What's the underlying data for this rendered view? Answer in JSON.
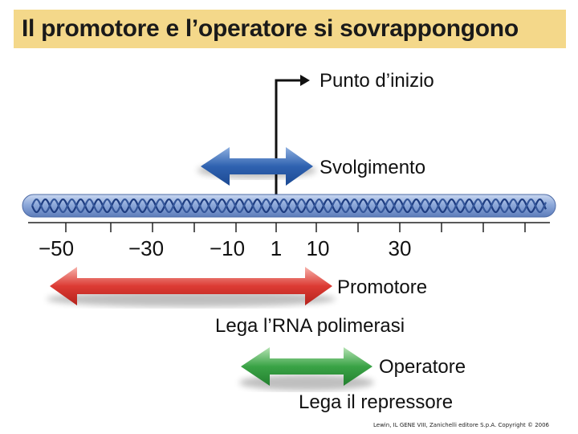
{
  "title": "Il promotore e l’operatore si sovrappongono",
  "labels": {
    "start_point": "Punto d’inizio",
    "unwinding": "Svolgimento",
    "promoter": "Promotore",
    "promoter_desc": "Lega l’RNA polimerasi",
    "operator": "Operatore",
    "operator_desc": "Lega il repressore"
  },
  "scale_ticks": [
    "−50",
    "−30",
    "−10",
    "1",
    "10",
    "30"
  ],
  "credit": "Lewin, IL GENE VIII, Zanichelli editore S.p.A. Copyright © 2006",
  "colors": {
    "title_bg": "#f4d88a",
    "dna": "#7f9ed1",
    "unwinding_arrow": "#2a5ba6",
    "promoter_arrow": "#d9403a",
    "operator_arrow": "#3fa648"
  }
}
